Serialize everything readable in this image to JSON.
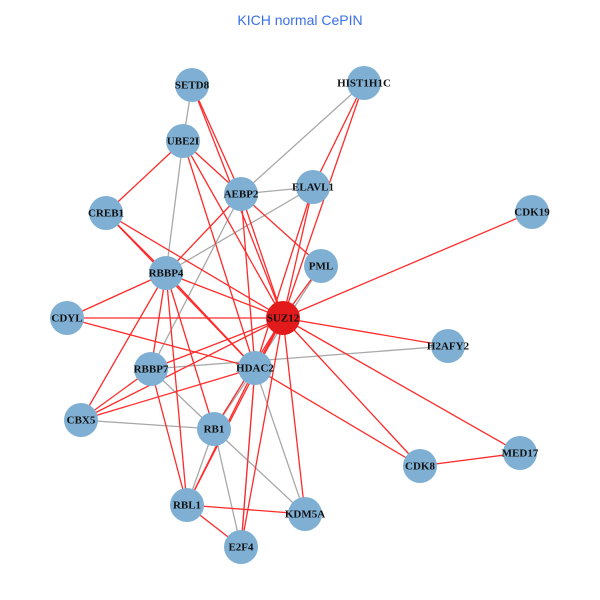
{
  "title": "KICH normal CePIN",
  "colors": {
    "node": "#7fb0d4",
    "hub": "#e31a1c",
    "edge_red": "#ff2a2a",
    "edge_gray": "#a8a8a8"
  },
  "nodes": [
    {
      "id": "SETD8"
    },
    {
      "id": "HIST1H1C"
    },
    {
      "id": "UBE2I"
    },
    {
      "id": "AEBP2"
    },
    {
      "id": "ELAVL1"
    },
    {
      "id": "CREB1"
    },
    {
      "id": "CDK19"
    },
    {
      "id": "RBBP4"
    },
    {
      "id": "PML"
    },
    {
      "id": "SUZ12",
      "hub": true
    },
    {
      "id": "CDYL"
    },
    {
      "id": "H2AFY2"
    },
    {
      "id": "RBBP7"
    },
    {
      "id": "HDAC2"
    },
    {
      "id": "CBX5"
    },
    {
      "id": "RB1"
    },
    {
      "id": "CDK8"
    },
    {
      "id": "MED17"
    },
    {
      "id": "RBL1"
    },
    {
      "id": "KDM5A"
    },
    {
      "id": "E2F4"
    }
  ],
  "edges": [
    [
      "SUZ12",
      "SETD8",
      "r"
    ],
    [
      "SUZ12",
      "HIST1H1C",
      "r"
    ],
    [
      "SUZ12",
      "UBE2I",
      "r"
    ],
    [
      "SUZ12",
      "AEBP2",
      "r"
    ],
    [
      "SUZ12",
      "ELAVL1",
      "r"
    ],
    [
      "SUZ12",
      "CREB1",
      "r"
    ],
    [
      "SUZ12",
      "CDK19",
      "r"
    ],
    [
      "SUZ12",
      "RBBP4",
      "r"
    ],
    [
      "SUZ12",
      "PML",
      "r"
    ],
    [
      "SUZ12",
      "CDYL",
      "r"
    ],
    [
      "SUZ12",
      "H2AFY2",
      "r"
    ],
    [
      "SUZ12",
      "RBBP7",
      "r"
    ],
    [
      "SUZ12",
      "HDAC2",
      "r"
    ],
    [
      "SUZ12",
      "CBX5",
      "r"
    ],
    [
      "SUZ12",
      "RB1",
      "r"
    ],
    [
      "SUZ12",
      "CDK8",
      "r"
    ],
    [
      "SUZ12",
      "MED17",
      "r"
    ],
    [
      "SUZ12",
      "RBL1",
      "r"
    ],
    [
      "SUZ12",
      "KDM5A",
      "r"
    ],
    [
      "SUZ12",
      "E2F4",
      "r"
    ],
    [
      "UBE2I",
      "CREB1",
      "r"
    ],
    [
      "UBE2I",
      "AEBP2",
      "r"
    ],
    [
      "SETD8",
      "AEBP2",
      "r"
    ],
    [
      "UBE2I",
      "HDAC2",
      "r"
    ],
    [
      "CREB1",
      "RBBP4",
      "r"
    ],
    [
      "CREB1",
      "HDAC2",
      "r"
    ],
    [
      "AEBP2",
      "RBBP4",
      "r"
    ],
    [
      "AEBP2",
      "PML",
      "r"
    ],
    [
      "AEBP2",
      "HDAC2",
      "r"
    ],
    [
      "RBBP4",
      "CDYL",
      "r"
    ],
    [
      "RBBP4",
      "HDAC2",
      "r"
    ],
    [
      "RBBP4",
      "CBX5",
      "r"
    ],
    [
      "RBBP4",
      "RBBP7",
      "r"
    ],
    [
      "RBBP4",
      "RB1",
      "r"
    ],
    [
      "RBBP4",
      "RBL1",
      "r"
    ],
    [
      "CDYL",
      "HDAC2",
      "r"
    ],
    [
      "RBBP7",
      "CBX5",
      "r"
    ],
    [
      "RBBP7",
      "RBL1",
      "r"
    ],
    [
      "HDAC2",
      "CBX5",
      "r"
    ],
    [
      "HDAC2",
      "RBL1",
      "r"
    ],
    [
      "HDAC2",
      "E2F4",
      "r"
    ],
    [
      "HDAC2",
      "CDK8",
      "r"
    ],
    [
      "RBL1",
      "KDM5A",
      "r"
    ],
    [
      "RBL1",
      "E2F4",
      "r"
    ],
    [
      "CDK8",
      "MED17",
      "r"
    ],
    [
      "ELAVL1",
      "HDAC2",
      "r"
    ],
    [
      "HIST1H1C",
      "ELAVL1",
      "r"
    ],
    [
      "SETD8",
      "UBE2I",
      "g"
    ],
    [
      "UBE2I",
      "RBBP4",
      "g"
    ],
    [
      "AEBP2",
      "HIST1H1C",
      "g"
    ],
    [
      "AEBP2",
      "ELAVL1",
      "g"
    ],
    [
      "ELAVL1",
      "RBBP4",
      "g"
    ],
    [
      "AEBP2",
      "RBBP7",
      "g"
    ],
    [
      "PML",
      "HDAC2",
      "g"
    ],
    [
      "RBBP7",
      "H2AFY2",
      "g"
    ],
    [
      "RBBP7",
      "RB1",
      "g"
    ],
    [
      "CBX5",
      "RB1",
      "g"
    ],
    [
      "RB1",
      "RBL1",
      "g"
    ],
    [
      "RB1",
      "E2F4",
      "g"
    ],
    [
      "RB1",
      "KDM5A",
      "g"
    ],
    [
      "HDAC2",
      "KDM5A",
      "g"
    ],
    [
      "HDAC2",
      "RB1",
      "g"
    ],
    [
      "HDAC2",
      "E2F4",
      "g"
    ]
  ]
}
